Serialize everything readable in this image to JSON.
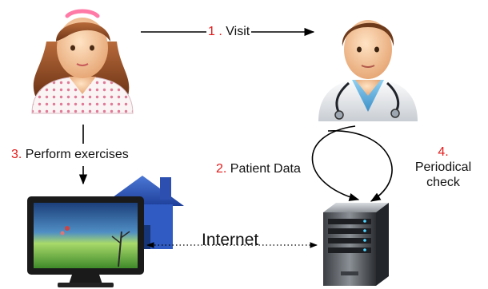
{
  "steps": {
    "visit": {
      "num": "1 .",
      "text": "Visit"
    },
    "patient_data": {
      "num": "2.",
      "text": "Patient Data"
    },
    "perform_exercises": {
      "num": "3.",
      "text": "Perform exercises"
    },
    "periodical_check": {
      "num": "4.",
      "line1": "Periodical",
      "line2": "check"
    }
  },
  "internet_label": "Internet",
  "icons": [
    "patient-icon",
    "doctor-icon",
    "home-computer-icon",
    "server-icon"
  ],
  "colors": {
    "step_number": "#e41a1a",
    "text": "#111111",
    "arrow": "#000000"
  }
}
